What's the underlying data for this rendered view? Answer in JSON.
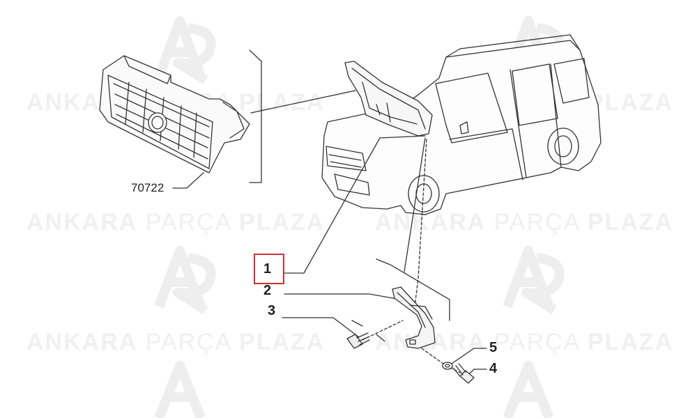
{
  "watermark": {
    "bold1": "ANKARA",
    "light": "PARÇA",
    "bold2": "PLAZA"
  },
  "callouts": {
    "part_1": "1",
    "part_2": "2",
    "part_3": "3",
    "part_4": "4",
    "part_5": "5",
    "ref_grille": "70722"
  },
  "colors": {
    "highlight": "#d32f2f",
    "line": "#333333",
    "watermark": "#ececec"
  }
}
